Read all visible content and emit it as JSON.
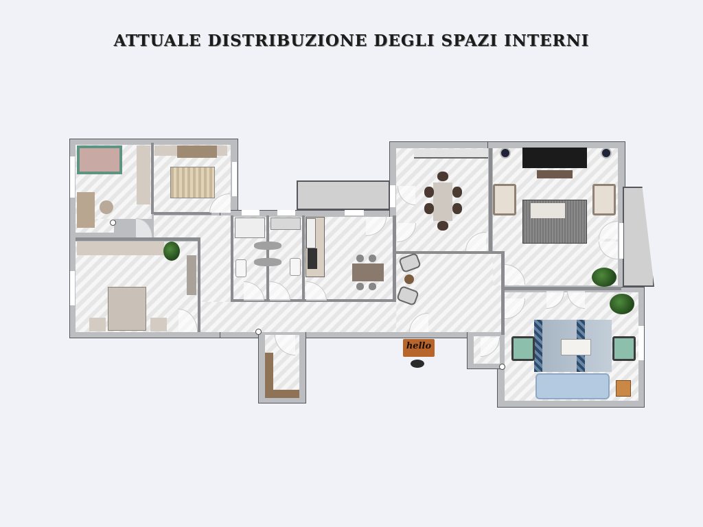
{
  "title": "ATTUALE DISTRIBUZIONE DEGLI SPAZI INTERNI",
  "colors": {
    "background": "#f1f2f7",
    "wall": "#bcbdc1",
    "wall_outline": "#55575c",
    "floor": "#ececec",
    "balcony": "#d0d0d0",
    "doormat": "#b8652c"
  },
  "floorplan": {
    "rooms": [
      {
        "id": "bedroom-1",
        "type": "bedroom",
        "furniture": [
          "single-bed-pink",
          "desk",
          "chair",
          "wardrobe"
        ]
      },
      {
        "id": "bedroom-2",
        "type": "bedroom",
        "furniture": [
          "double-bed",
          "striped-rug",
          "wardrobe"
        ]
      },
      {
        "id": "master-bedroom",
        "type": "bedroom",
        "furniture": [
          "double-bed",
          "nightstands",
          "wardrobe",
          "plant",
          "dresser"
        ]
      },
      {
        "id": "bathroom-1",
        "type": "bathroom",
        "furniture": [
          "bathtub",
          "toilet",
          "bidet",
          "sink"
        ]
      },
      {
        "id": "bathroom-2",
        "type": "bathroom",
        "furniture": [
          "shower",
          "sink"
        ]
      },
      {
        "id": "kitchen",
        "type": "kitchen",
        "furniture": [
          "counter",
          "stove",
          "fridge",
          "dining-table-4"
        ]
      },
      {
        "id": "dining-room",
        "type": "dining",
        "furniture": [
          "sideboard",
          "dining-table-6"
        ]
      },
      {
        "id": "music-room",
        "type": "living",
        "furniture": [
          "piano",
          "speakers",
          "armchairs",
          "rug",
          "coffee-table"
        ]
      },
      {
        "id": "entrance-hall",
        "type": "hall",
        "furniture": [
          "armchairs",
          "side-table"
        ]
      },
      {
        "id": "living-room",
        "type": "living",
        "furniture": [
          "sofa",
          "armchairs",
          "rug",
          "coffee-table",
          "plants",
          "side-table"
        ]
      },
      {
        "id": "corridor",
        "type": "corridor",
        "furniture": []
      },
      {
        "id": "laundry",
        "type": "utility",
        "furniture": [
          "counter",
          "washing-machine"
        ]
      },
      {
        "id": "closet",
        "type": "storage",
        "furniture": []
      },
      {
        "id": "balcony-1",
        "type": "balcony",
        "furniture": []
      },
      {
        "id": "balcony-2",
        "type": "balcony",
        "furniture": []
      }
    ],
    "doormat_text": "hello"
  }
}
